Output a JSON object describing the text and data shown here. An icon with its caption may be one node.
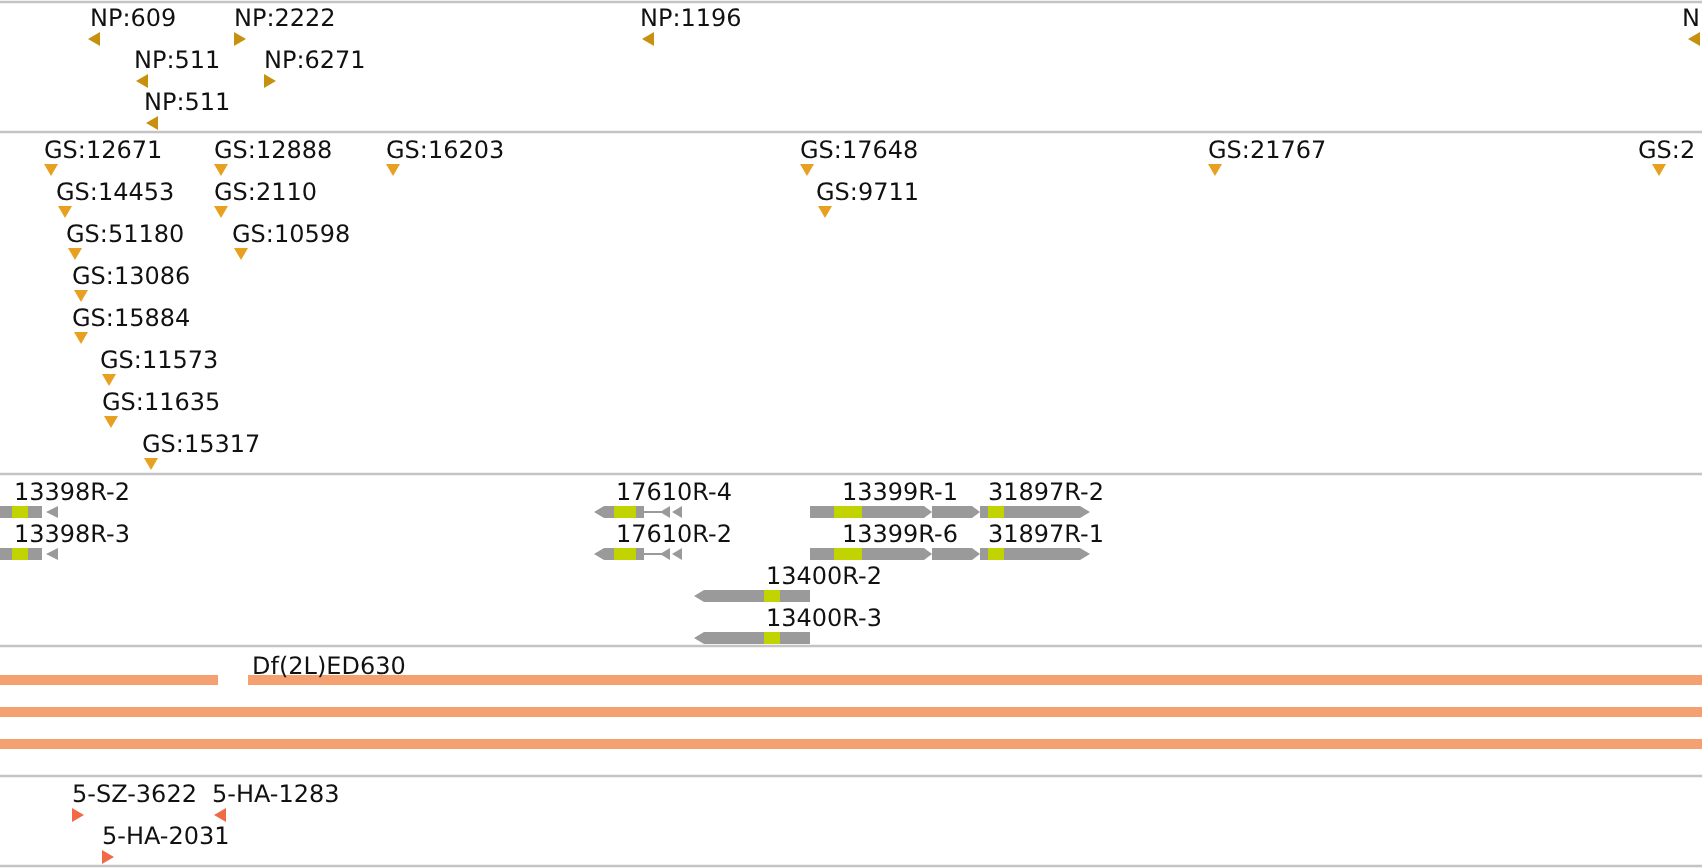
{
  "diagram": {
    "labels": [
      "NP:609",
      "NP:2222",
      "NP:1196",
      "N",
      "NP:511",
      "NP:6271",
      "NP:511",
      "GS:12671",
      "GS:12888",
      "GS:16203",
      "GS:17648",
      "GS:21767",
      "GS:2",
      "GS:14453",
      "GS:2110",
      "GS:9711",
      "GS:51180",
      "GS:10598",
      "GS:13086",
      "GS:15884",
      "GS:11573",
      "GS:11635",
      "GS:15317",
      "13398R-2",
      "17610R-4",
      "13399R-1",
      "31897R-2",
      "13398R-3",
      "17610R-2",
      "13399R-6",
      "31897R-1",
      "13400R-2",
      "13400R-3",
      "Df(2L)ED630",
      "5-SZ-3622",
      "5-HA-1283",
      "5-HA-2031"
    ]
  }
}
